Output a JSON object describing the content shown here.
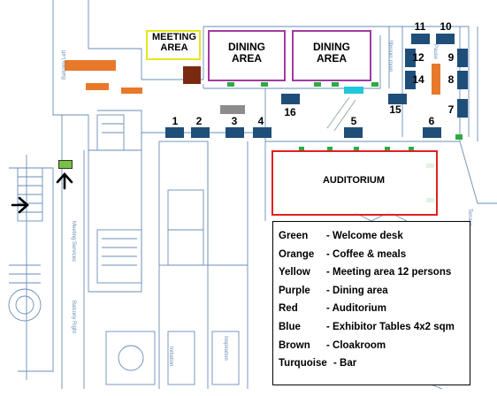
{
  "rooms": {
    "meeting": "MEETING AREA",
    "dining1": "DINING AREA",
    "dining2": "DINING AREA",
    "auditorium": "AUDITORIUM"
  },
  "tables": [
    "1",
    "2",
    "3",
    "4",
    "5",
    "6",
    "7",
    "8",
    "9",
    "10",
    "11",
    "12",
    "14",
    "15",
    "16"
  ],
  "legend": [
    {
      "key": "Green",
      "value": "- Welcome desk"
    },
    {
      "key": "Orange",
      "value": "- Coffee & meals"
    },
    {
      "key": "Yellow",
      "value": "- Meeting area  12 persons"
    },
    {
      "key": "Purple",
      "value": "- Dining area"
    },
    {
      "key": "Red",
      "value": "- Auditorium"
    },
    {
      "key": "Blue",
      "value": "- Exhibitor Tables 4x2 sqm"
    },
    {
      "key": "Brown",
      "value": "- Cloakroom"
    },
    {
      "key": "Turquoise",
      "value": "- Bar"
    }
  ],
  "plan_labels": {
    "balcony_left": "Balcony Left",
    "balcony_right": "Balcony Right",
    "meeting_services": "Meeting Services",
    "shroom": "Shroom room",
    "pause": "Pause",
    "inspiration": "Inspiration",
    "initiation": "Initiation",
    "terrace": "Terrace"
  },
  "colors": {
    "wall": "#6a8db8",
    "table": "#1f4e79",
    "coffee": "#e8792a",
    "welcome": "#7ac143",
    "meeting": "#e6e61e",
    "dining": "#a03ca0",
    "auditorium": "#e02020",
    "cloakroom": "#7a2a10",
    "bar": "#1ec8d8"
  },
  "icons": {
    "arrow_left": "arrow-right-icon",
    "arrow_up": "arrow-up-icon",
    "exit": "exit-sign-icon"
  }
}
